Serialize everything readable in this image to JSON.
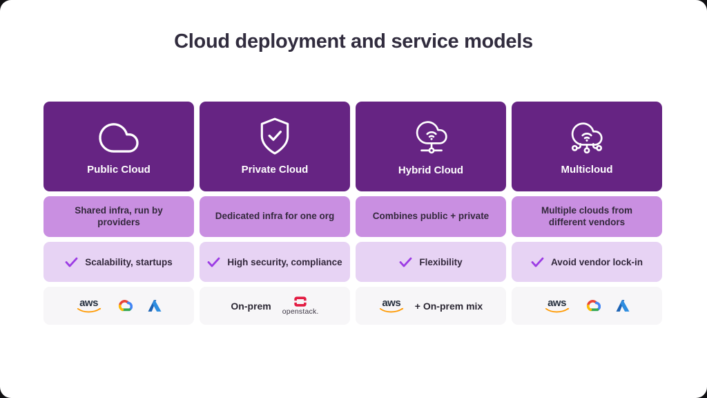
{
  "title": "Cloud deployment and service models",
  "colors": {
    "header_purple": "#662483",
    "description_purple": "#c98fe1",
    "benefit_lavender": "#e7d3f4",
    "logo_row_bg": "#f7f6f8",
    "check_purple": "#9c3ce4",
    "title_ink": "#312c3e",
    "aws_orange": "#ff9900",
    "openstack_red": "#e31b42"
  },
  "logos": {
    "aws_text": "aws",
    "openstack_text": "openstack.",
    "onprem_text": "On-prem",
    "onprem_mix_text": "+ On-prem mix"
  },
  "columns": [
    {
      "title": "Public Cloud",
      "icon": "cloud-icon",
      "description": "Shared infra, run by providers",
      "benefit": "Scalability, startups",
      "providers": [
        "aws",
        "google-cloud",
        "azure"
      ]
    },
    {
      "title": "Private Cloud",
      "icon": "shield-check-icon",
      "description": "Dedicated infra for one org",
      "benefit": "High security, compliance",
      "providers": [
        "on-prem",
        "openstack"
      ]
    },
    {
      "title": "Hybrid Cloud",
      "icon": "hybrid-cloud-icon",
      "description": "Combines public + private",
      "benefit": "Flexibility",
      "providers": [
        "aws",
        "on-prem-mix"
      ]
    },
    {
      "title": "Multicloud",
      "icon": "multicloud-icon",
      "description": "Multiple clouds from different vendors",
      "benefit": "Avoid vendor lock-in",
      "providers": [
        "aws",
        "google-cloud",
        "azure"
      ]
    }
  ]
}
